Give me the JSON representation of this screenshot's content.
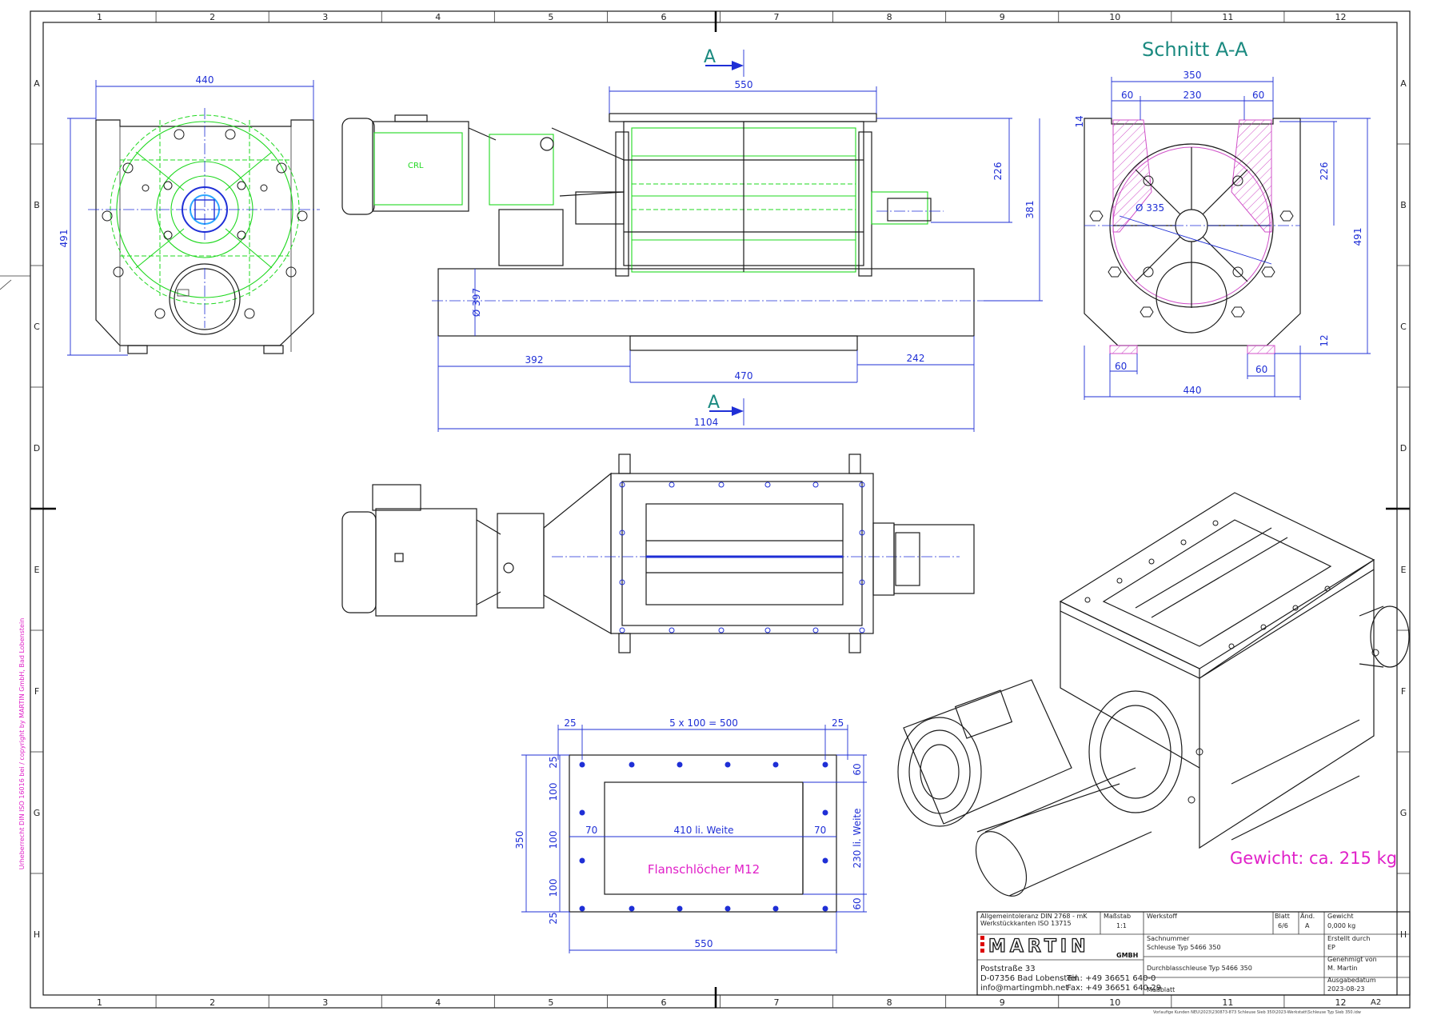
{
  "colors": {
    "green_overlay": "#1fd81f",
    "dimension_blue": "#1f2fd6",
    "section_title": "#1b8a80",
    "annotation_magenta": "#e020c8",
    "hatch": "#d050c8"
  },
  "grid": {
    "columns": [
      "1",
      "2",
      "3",
      "4",
      "5",
      "6",
      "7",
      "8",
      "9",
      "10",
      "11",
      "12"
    ],
    "rows": [
      "A",
      "B",
      "C",
      "D",
      "E",
      "F",
      "G",
      "H"
    ]
  },
  "section": {
    "title": "Schnitt A-A",
    "marker_top": "A",
    "marker_bottom": "A",
    "dims": {
      "d350": "350",
      "d60a": "60",
      "d230": "230",
      "d60b": "60",
      "d14": "14",
      "d226": "226",
      "d491": "491",
      "d335": "Ø 335",
      "d12": "12",
      "d60c": "60",
      "d60d": "60",
      "d440": "440"
    }
  },
  "front_view": {
    "dims": {
      "d440": "440",
      "d491": "491"
    }
  },
  "side_view": {
    "dims": {
      "d550": "550",
      "d226": "226",
      "d381": "381",
      "d397": "Ø 397",
      "d392": "392",
      "d470": "470",
      "d242": "242",
      "d1104": "1104"
    }
  },
  "flange": {
    "dims": {
      "top": "5 x 100 =  500",
      "d25a": "25",
      "d25b": "25",
      "d25c": "25",
      "d100a": "100",
      "d100b": "100",
      "d100c": "100",
      "d25d": "25",
      "d350": "350",
      "d70a": "70",
      "d70b": "70",
      "inner_width": "410  li. Weite",
      "d60a": "60",
      "d60b": "60",
      "inner_height": "230  li. Weite",
      "d550": "550"
    },
    "note": "Flanschlöcher  M12"
  },
  "weight_note": "Gewicht:  ca. 215 kg",
  "side_margin_text": "Urheberrecht DIN ISO 16016 bei / copyright by MARTIN GmbH, Bad Lobenstein",
  "title_block": {
    "tolerance_line1": "Allgemeintoleranz DIN 2768 - mK",
    "tolerance_line2": "Werkstückkanten ISO 13715",
    "scale_label": "Maßstab",
    "scale_value": "1:1",
    "material_label": "Werkstoff",
    "sheet_label": "Blatt",
    "sheet_value": "6/6",
    "revision_label": "Änd.",
    "revision_value": "A",
    "weight_label": "Gewicht",
    "weight_value": "0,000 kg",
    "part_number_label": "Sachnummer",
    "part_number_value": "Schleuse Typ 5466 350",
    "created_by_label": "Erstellt durch",
    "created_by_value": "EP",
    "logo_text": "MARTIN",
    "logo_sub": "GMBH",
    "description": "Durchblasschleuse Typ 5466 350",
    "approved_label": "Genehmigt von",
    "approved_value": "M. Martin",
    "address1": "Poststraße 33",
    "address2": "D-07356 Bad Lobenstein",
    "address3": "info@martingmbh.net",
    "phone": "Tel.: +49 36651 640-0",
    "fax": "Fax: +49 36651 640-29",
    "sheet_type": "Maßblatt",
    "issue_label": "Ausgabedatum",
    "issue_value": "2023-08-23",
    "format": "A2",
    "footer_path": "Vorlaufige Kunden NEU\\2023\\230873-873 Schleuse Sieb 350\\2023-Werkstatt\\Schleuse Typ Sieb 350.idw"
  }
}
